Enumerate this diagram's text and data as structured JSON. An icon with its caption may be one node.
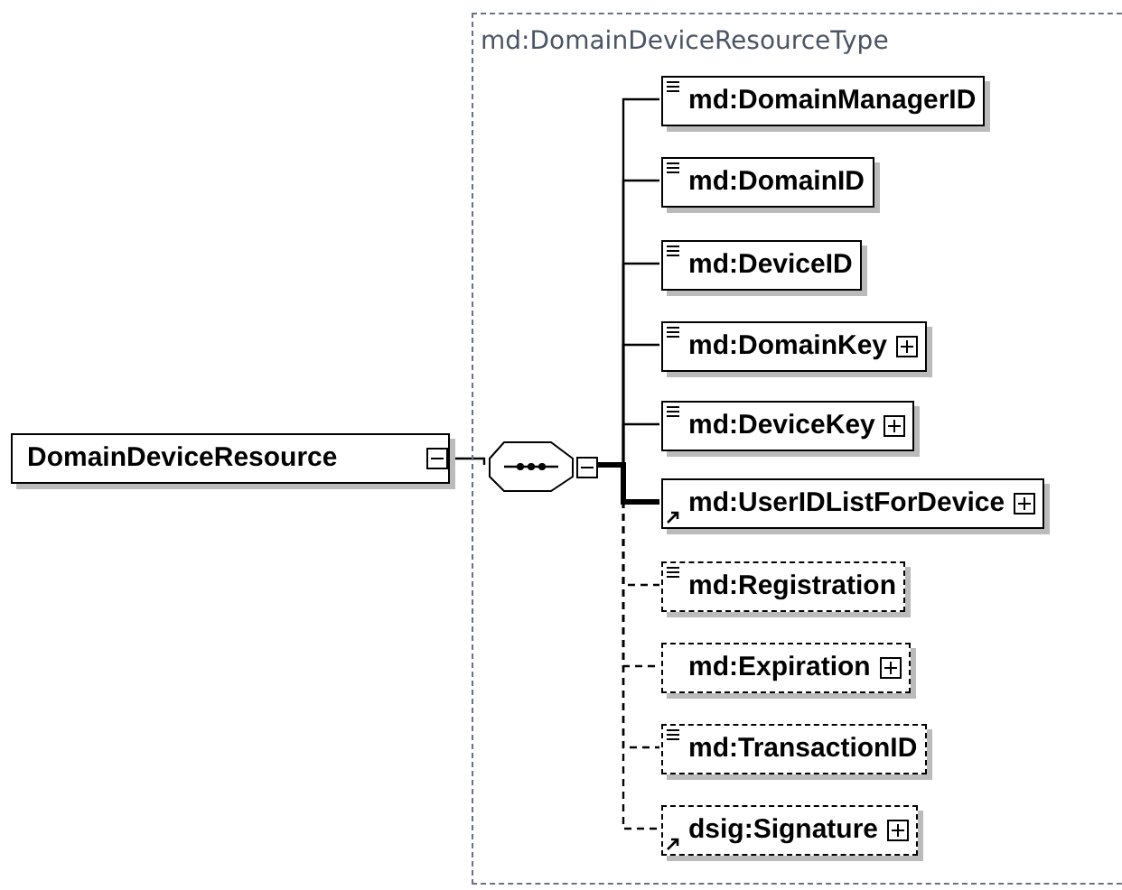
{
  "diagram": {
    "nodes": [
      {
        "text": [
          "DomainDeviceResource"
        ]
      },
      {
        "text": [
          "md:DomainDeviceResourceType"
        ]
      },
      {
        "text": [],
        "shape": "octagon",
        "in": 1
      },
      {
        "text": [
          "md:DomainManagerID"
        ],
        "in": 1
      },
      {
        "text": [
          "md:DomainID"
        ],
        "in": 1
      },
      {
        "text": [
          "md:DeviceID"
        ],
        "in": 1
      },
      {
        "text": [
          "md:DomainKey"
        ],
        "in": 1
      },
      {
        "text": [
          "md:DeviceKey"
        ],
        "in": 1
      },
      {
        "text": [
          "md:UserIDListForDevice"
        ],
        "in": 1
      },
      {
        "text": [
          "md:Registration"
        ],
        "in": 1
      },
      {
        "text": [
          "md:Expiration"
        ],
        "in": 1
      },
      {
        "text": [
          "md:TransactionID"
        ],
        "in": 1
      },
      {
        "text": [
          "dsig:Signature"
        ],
        "in": 1
      }
    ],
    "edges": [
      {
        "from": 0,
        "to": 2,
        "arrow": "none"
      },
      {
        "from": 2,
        "to": 3,
        "arrow": "none"
      },
      {
        "from": 2,
        "to": 4,
        "arrow": "none"
      },
      {
        "from": 2,
        "to": 5,
        "arrow": "none"
      },
      {
        "from": 2,
        "to": 6,
        "arrow": "none"
      },
      {
        "from": 2,
        "to": 7,
        "arrow": "none"
      },
      {
        "from": 2,
        "to": 8,
        "arrow": "none",
        "style": "thick"
      },
      {
        "from": 2,
        "to": 9,
        "arrow": "none",
        "style": "dashed"
      },
      {
        "from": 2,
        "to": 10,
        "arrow": "none",
        "style": "dashed"
      },
      {
        "from": 2,
        "to": 11,
        "arrow": "none",
        "style": "dashed"
      },
      {
        "from": 2,
        "to": 12,
        "arrow": "none",
        "style": "dashed"
      }
    ]
  }
}
